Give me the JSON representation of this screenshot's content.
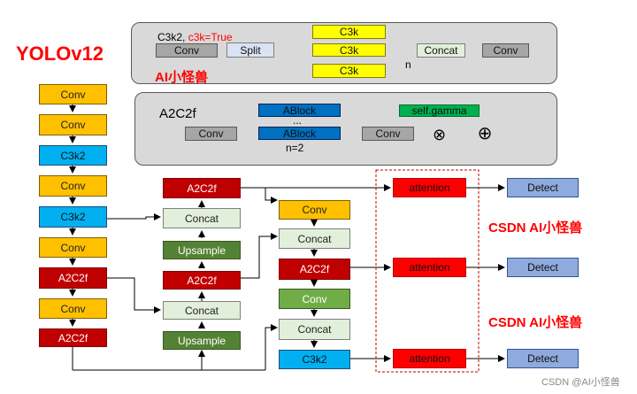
{
  "title": "YOLOv12",
  "watermark_main": "AI小怪兽",
  "watermark_csdn_1": "CSDN AI小怪兽",
  "watermark_csdn_2": "CSDN AI小怪兽",
  "footer": "CSDN @AI小怪兽",
  "c3k2_panel": {
    "title_prefix": "C3k2, ",
    "title_flag": "c3k=True",
    "conv": "Conv",
    "split": "Split",
    "c3k_1": "C3k",
    "c3k_2": "C3k",
    "c3k_3": "C3k",
    "n_label": "n",
    "concat": "Concat",
    "conv_out": "Conv"
  },
  "a2c2f_panel": {
    "title": "A2C2f",
    "conv_in": "Conv",
    "ablock_1": "ABlock",
    "dots": "...",
    "ablock_2": "ABlock",
    "n_label": "n=2",
    "conv_out": "Conv",
    "gamma": "self.gamma",
    "multiply_symbol": "⊗",
    "add_symbol": "⊕"
  },
  "backbone": [
    "Conv",
    "Conv",
    "C3k2",
    "Conv",
    "C3k2",
    "Conv",
    "A2C2f",
    "Conv",
    "A2C2f"
  ],
  "neck_left": {
    "a2c2f_top": "A2C2f",
    "concat_1": "Concat",
    "upsample_1": "Upsample",
    "a2c2f_mid": "A2C2f",
    "concat_2": "Concat",
    "upsample_2": "Upsample"
  },
  "neck_right": {
    "conv_1": "Conv",
    "concat_1": "Concat",
    "a2c2f": "A2C2f",
    "conv_2": "Conv",
    "concat_2": "Concat",
    "c3k2": "C3k2"
  },
  "attention": [
    "attention",
    "attention",
    "attention"
  ],
  "detect": [
    "Detect",
    "Detect",
    "Detect"
  ]
}
